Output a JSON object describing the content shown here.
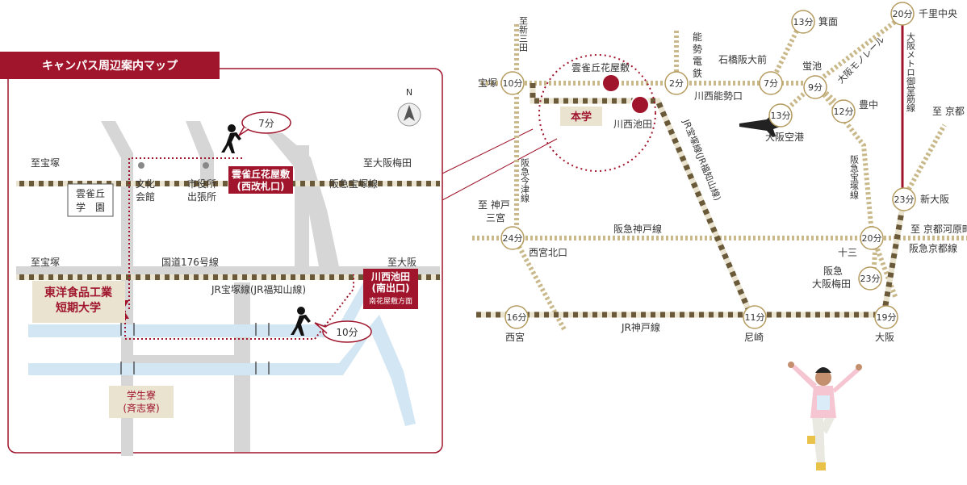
{
  "title": "キャンパス周辺案内マップ",
  "colors": {
    "brand": "#a0152b",
    "rail_light": "#e9e3cf",
    "rail_dark": "#6b5a3a",
    "road": "#d6d6d6",
    "river": "#d3e6f3"
  },
  "inset": {
    "north": "N",
    "walk_7": "7分",
    "walk_10": "10分",
    "to_takarazuka_top": "至宝塚",
    "to_osaka_umeda": "至大阪梅田",
    "bunka_1": "文化",
    "bunka_2": "会館",
    "shiyakusho_1": "市役所",
    "shiyakusho_2": "出張所",
    "hibari_1": "雲雀丘花屋敷",
    "hibari_2": "(西改札口)",
    "hankyu_takarazuka": "阪急宝塚線",
    "gakuen_1": "雲雀丘",
    "gakuen_2": "学　園",
    "to_takarazuka_bottom": "至宝塚",
    "route176": "国道176号線",
    "to_osaka": "至大阪",
    "college_1": "東洋食品工業",
    "college_2": "短期大学",
    "jr_line": "JR宝塚線(JR福知山線)",
    "kawanishi_1": "川西池田",
    "kawanishi_2": "(南出口)",
    "kawanishi_3": "南花屋敷方面",
    "dorm_1": "学生寮",
    "dorm_2": "(斉志寮)"
  },
  "network": {
    "times": {
      "takarazuka": "10分",
      "kawanishinose": "2分",
      "minoo": "13分",
      "senri": "20分",
      "ishibashi": "7分",
      "hotarugaike": "9分",
      "itami": "13分",
      "toyonaka": "12分",
      "shinosaka": "23分",
      "nishinomiyakitaguchi": "24分",
      "juso": "20分",
      "umeda": "23分",
      "nishinomiya": "16分",
      "amagasaki": "11分",
      "osaka": "19分"
    },
    "labels": {
      "to_shinsanda": "至新三田",
      "takarazuka": "宝塚",
      "hibari": "雲雀丘花屋敷",
      "honbu": "本学",
      "kawanishi_ikeda": "川西池田",
      "nose_1": "能",
      "nose_2": "勢",
      "nose_3": "電",
      "nose_4": "鉄",
      "kawanishinose": "川西能勢口",
      "minoo": "箕面",
      "ishibashi": "石橋阪大前",
      "hotarugaike": "蛍池",
      "monorail": "大阪モノレール",
      "senri": "千里中央",
      "midosuji": "大阪メトロ御堂筋線",
      "itami": "大阪空港",
      "toyonaka": "豊中",
      "to_kyoto": "至 京都",
      "jr_takarazuka": "JR宝塚線(JR福知山線)",
      "imazu": "阪急今津線",
      "to_sanda_1": "至 神戸",
      "to_sanda_2": "三宮",
      "hankyu_takarazuka": "阪急宝塚線",
      "shinosaka": "新大阪",
      "hankyu_kobe": "阪急神戸線",
      "nishinomiyakitaguchi": "西宮北口",
      "juso": "十三",
      "to_kawaramachi": "至 京都河原町",
      "hankyu_kyoto": "阪急京都線",
      "umeda_1": "阪急",
      "umeda_2": "大阪梅田",
      "jr_kobe": "JR神戸線",
      "nishinomiya": "西宮",
      "amagasaki": "尼崎",
      "osaka": "大阪"
    }
  }
}
